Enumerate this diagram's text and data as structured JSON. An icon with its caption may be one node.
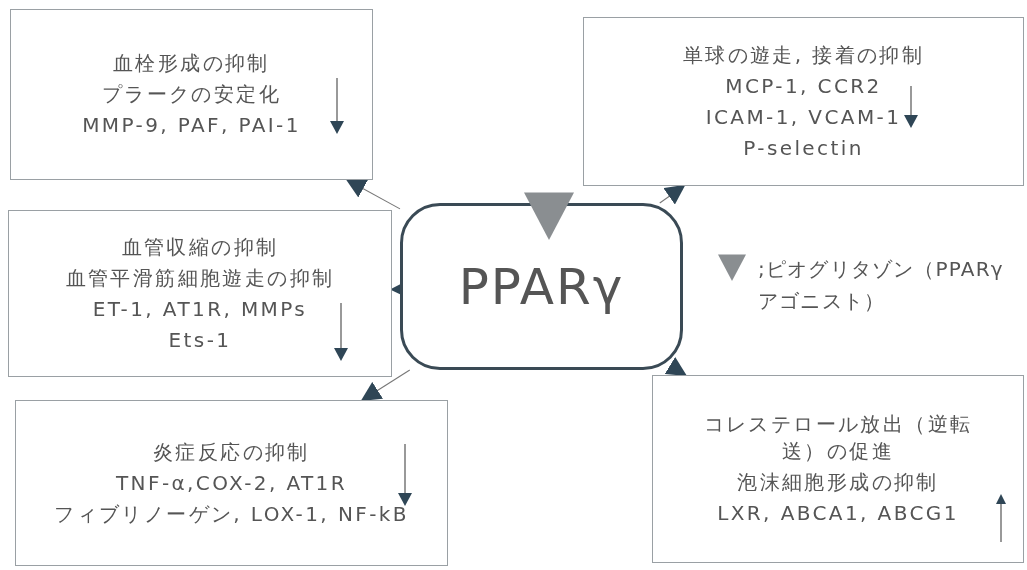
{
  "diagram": {
    "nodes": [
      {
        "text": [
          "PPARγ"
        ]
      },
      {
        "text": [
          "血栓形成の抑制",
          "プラークの安定化",
          "MMP-9, PAF, PAI-1"
        ]
      },
      {
        "text": [
          "単球の遊走, 接着の抑制",
          "MCP-1, CCR2",
          "ICAM-1, VCAM-1",
          "P-selectin"
        ]
      },
      {
        "text": [
          "血管収縮の抑制",
          "血管平滑筋細胞遊走の抑制",
          "ET-1, AT1R, MMPs",
          "Ets-1"
        ]
      },
      {
        "text": [
          "炎症反応の抑制",
          "TNF-α,COX-2, AT1R",
          "フィブリノーゲン, LOX-1, NF-kB"
        ]
      },
      {
        "text": [
          "コレステロール放出（逆転送）の促進",
          "泡沫細胞形成の抑制",
          "LXR, ABCA1, ABCG1"
        ]
      }
    ],
    "edges": [
      {
        "from": 0,
        "to": 1,
        "arrow": "to"
      },
      {
        "from": 0,
        "to": 2,
        "arrow": "to"
      },
      {
        "from": 0,
        "to": 3,
        "arrow": "to"
      },
      {
        "from": 0,
        "to": 4,
        "arrow": "to"
      },
      {
        "from": 0,
        "to": 5,
        "arrow": "to"
      }
    ],
    "legend": [
      {
        "text": ";ピオグリタゾン（PPARγアゴニスト）"
      }
    ]
  }
}
